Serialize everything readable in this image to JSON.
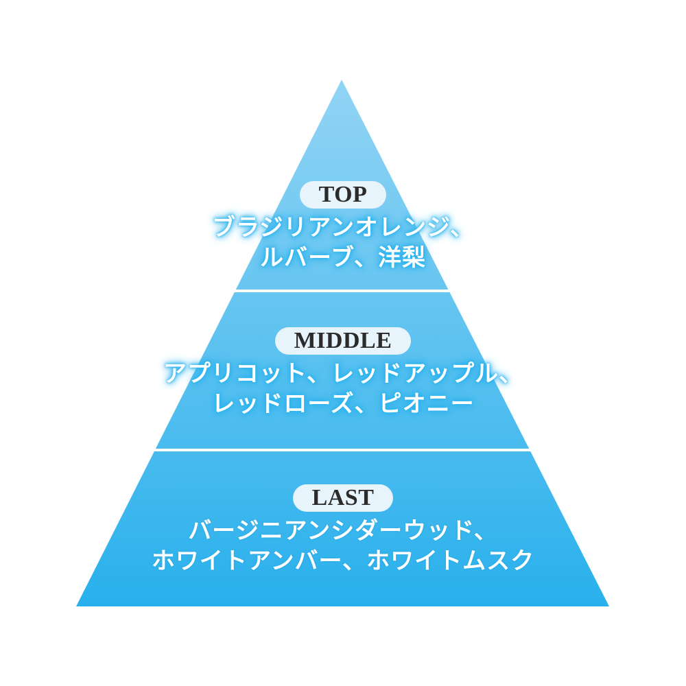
{
  "colors": {
    "pyramid_top": "#92d4f4",
    "pyramid_bottom": "#29b0ec",
    "divider": "#ffffff",
    "label_bg": "#e8f4fb",
    "label_text": "#2b2b2b",
    "note_text": "#ffffff"
  },
  "tiers": [
    {
      "label": "TOP",
      "notes_line1": "ブラジリアンオレンジ、",
      "notes_line2": "ルバーブ、洋梨"
    },
    {
      "label": "MIDDLE",
      "notes_line1": "アプリコット、レッドアップル、",
      "notes_line2": "レッドローズ、ピオニー"
    },
    {
      "label": "LAST",
      "notes_line1": "バージニアンシダーウッド、",
      "notes_line2": "ホワイトアンバー、ホワイトムスク"
    }
  ]
}
